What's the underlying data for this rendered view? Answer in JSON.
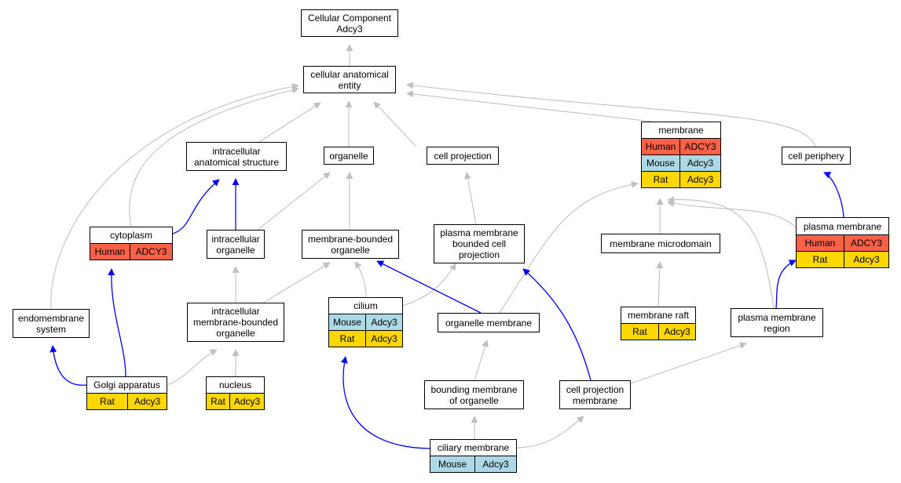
{
  "colors": {
    "human": "#fa6146",
    "mouse": "#add8e6",
    "rat": "#ffd700",
    "edge_gray": "#c0c0c0",
    "edge_blue": "#0000ff"
  },
  "nodes": {
    "root": {
      "lines": [
        "Cellular Component",
        "Adcy3"
      ]
    },
    "cae": {
      "lines": [
        "cellular anatomical",
        "entity"
      ]
    },
    "ias": {
      "lines": [
        "intracellular",
        "anatomical structure"
      ]
    },
    "organelle": {
      "lines": [
        "organelle"
      ]
    },
    "cell_projection": {
      "lines": [
        "cell projection"
      ]
    },
    "membrane": {
      "lines": [
        "membrane"
      ],
      "annotations": [
        {
          "species": "Human",
          "gene": "ADCY3"
        },
        {
          "species": "Mouse",
          "gene": "Adcy3"
        },
        {
          "species": "Rat",
          "gene": "Adcy3"
        }
      ]
    },
    "cell_periphery": {
      "lines": [
        "cell periphery"
      ]
    },
    "cytoplasm": {
      "lines": [
        "cytoplasm"
      ],
      "annotations": [
        {
          "species": "Human",
          "gene": "ADCY3"
        }
      ]
    },
    "int_organelle": {
      "lines": [
        "intracellular",
        "organelle"
      ]
    },
    "mbo": {
      "lines": [
        "membrane-bounded",
        "organelle"
      ]
    },
    "pmbcp": {
      "lines": [
        "plasma membrane",
        "bounded cell",
        "projection"
      ]
    },
    "membrane_microdomain": {
      "lines": [
        "membrane microdomain"
      ]
    },
    "plasma_membrane": {
      "lines": [
        "plasma membrane"
      ],
      "annotations": [
        {
          "species": "Human",
          "gene": "ADCY3"
        },
        {
          "species": "Rat",
          "gene": "Adcy3"
        }
      ]
    },
    "endomembrane": {
      "lines": [
        "endomembrane",
        "system"
      ]
    },
    "imbo": {
      "lines": [
        "intracellular",
        "membrane-bounded",
        "organelle"
      ]
    },
    "cilium": {
      "lines": [
        "cilium"
      ],
      "annotations": [
        {
          "species": "Mouse",
          "gene": "Adcy3"
        },
        {
          "species": "Rat",
          "gene": "Adcy3"
        }
      ]
    },
    "organelle_membrane": {
      "lines": [
        "organelle membrane"
      ]
    },
    "membrane_raft": {
      "lines": [
        "membrane raft"
      ],
      "annotations": [
        {
          "species": "Rat",
          "gene": "Adcy3"
        }
      ]
    },
    "pm_region": {
      "lines": [
        "plasma membrane",
        "region"
      ]
    },
    "golgi": {
      "lines": [
        "Golgi apparatus"
      ],
      "annotations": [
        {
          "species": "Rat",
          "gene": "Adcy3"
        }
      ]
    },
    "nucleus": {
      "lines": [
        "nucleus"
      ],
      "annotations": [
        {
          "species": "Rat",
          "gene": "Adcy3"
        }
      ]
    },
    "bmo": {
      "lines": [
        "bounding membrane",
        "of organelle"
      ]
    },
    "cpm": {
      "lines": [
        "cell projection",
        "membrane"
      ]
    },
    "ciliary_membrane": {
      "lines": [
        "ciliary membrane"
      ],
      "annotations": [
        {
          "species": "Mouse",
          "gene": "Adcy3"
        }
      ]
    }
  },
  "edges": [
    {
      "from": "cae",
      "to": "root",
      "type": "is_a"
    },
    {
      "from": "ias",
      "to": "cae",
      "type": "is_a"
    },
    {
      "from": "organelle",
      "to": "cae",
      "type": "is_a"
    },
    {
      "from": "cell_projection",
      "to": "cae",
      "type": "is_a"
    },
    {
      "from": "membrane",
      "to": "cae",
      "type": "is_a"
    },
    {
      "from": "cell_periphery",
      "to": "cae",
      "type": "is_a"
    },
    {
      "from": "cytoplasm",
      "to": "cae",
      "type": "is_a"
    },
    {
      "from": "endomembrane",
      "to": "cae",
      "type": "is_a"
    },
    {
      "from": "cytoplasm",
      "to": "ias",
      "type": "part_of"
    },
    {
      "from": "int_organelle",
      "to": "ias",
      "type": "part_of"
    },
    {
      "from": "int_organelle",
      "to": "organelle",
      "type": "is_a"
    },
    {
      "from": "mbo",
      "to": "organelle",
      "type": "is_a"
    },
    {
      "from": "pmbcp",
      "to": "cell_projection",
      "type": "is_a"
    },
    {
      "from": "membrane_microdomain",
      "to": "membrane",
      "type": "is_a"
    },
    {
      "from": "plasma_membrane",
      "to": "membrane",
      "type": "is_a"
    },
    {
      "from": "plasma_membrane",
      "to": "cell_periphery",
      "type": "part_of"
    },
    {
      "from": "organelle_membrane",
      "to": "membrane",
      "type": "is_a"
    },
    {
      "from": "pm_region",
      "to": "membrane",
      "type": "is_a"
    },
    {
      "from": "imbo",
      "to": "int_organelle",
      "type": "is_a"
    },
    {
      "from": "imbo",
      "to": "mbo",
      "type": "is_a"
    },
    {
      "from": "cilium",
      "to": "mbo",
      "type": "is_a"
    },
    {
      "from": "cilium",
      "to": "pmbcp",
      "type": "is_a"
    },
    {
      "from": "organelle_membrane",
      "to": "mbo",
      "type": "part_of"
    },
    {
      "from": "membrane_raft",
      "to": "membrane_microdomain",
      "type": "is_a"
    },
    {
      "from": "pm_region",
      "to": "plasma_membrane",
      "type": "part_of"
    },
    {
      "from": "golgi",
      "to": "endomembrane",
      "type": "part_of"
    },
    {
      "from": "golgi",
      "to": "cytoplasm",
      "type": "part_of"
    },
    {
      "from": "golgi",
      "to": "imbo",
      "type": "is_a"
    },
    {
      "from": "nucleus",
      "to": "imbo",
      "type": "is_a"
    },
    {
      "from": "bmo",
      "to": "organelle_membrane",
      "type": "is_a"
    },
    {
      "from": "cpm",
      "to": "pmbcp",
      "type": "part_of"
    },
    {
      "from": "cpm",
      "to": "pm_region",
      "type": "is_a"
    },
    {
      "from": "ciliary_membrane",
      "to": "cilium",
      "type": "part_of"
    },
    {
      "from": "ciliary_membrane",
      "to": "bmo",
      "type": "is_a"
    },
    {
      "from": "ciliary_membrane",
      "to": "cpm",
      "type": "is_a"
    }
  ]
}
